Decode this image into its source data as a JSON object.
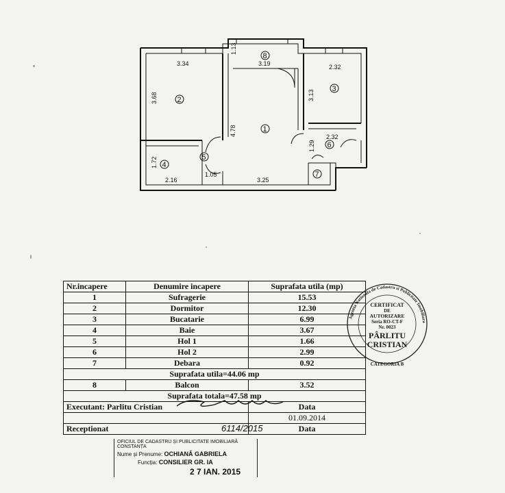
{
  "plan": {
    "dimensions": [
      "3.34",
      "3.68",
      "1.13",
      "3.19",
      "2.32",
      "3.13",
      "4.78",
      "2.32",
      "1.29",
      "1.72",
      "2.16",
      "1.05",
      "3.25"
    ],
    "room_numbers": [
      "1",
      "2",
      "3",
      "4",
      "5",
      "6",
      "7",
      "8"
    ]
  },
  "table": {
    "headers": [
      "Nr.incapere",
      "Denumire incapere",
      "Suprafata utila (mp)"
    ],
    "rooms": [
      {
        "nr": "1",
        "name": "Sufragerie",
        "area": "15.53"
      },
      {
        "nr": "2",
        "name": "Dormitor",
        "area": "12.30"
      },
      {
        "nr": "3",
        "name": "Bucatarie",
        "area": "6.99"
      },
      {
        "nr": "4",
        "name": "Baie",
        "area": "3.67"
      },
      {
        "nr": "5",
        "name": "Hol 1",
        "area": "1.66"
      },
      {
        "nr": "6",
        "name": "Hol 2",
        "area": "2.99"
      },
      {
        "nr": "7",
        "name": "Debara",
        "area": "0.92"
      }
    ],
    "useful_area": "Suprafata utila=44.06 mp",
    "balcony": {
      "nr": "8",
      "name": "Balcon",
      "area": "3.52"
    },
    "total_area": "Suprafata totala=47.58 mp",
    "executant": "Executant: Parlitu Cristian",
    "date_label": "Data",
    "date_value": "01.09.2014",
    "receptionat": "Receptionat",
    "receptionat_number": "6114/2015"
  },
  "stamp": {
    "line1": "CERTIFICAT",
    "line2": "DE",
    "line3": "AUTORIZARE",
    "line4": "Seria RO-CT-F",
    "line5": "Nr. 0023",
    "line6": "PÂRLITU",
    "line7": "CRISTIAN",
    "ring_text": "Agentia Nationala de Cadastru si Publicitate Imobiliara",
    "bottom": "CATEGORIA B"
  },
  "office_stamp": {
    "line1": "OFICIUL DE CADASTRU ȘI PUBLICITATE IMOBILIARĂ CONSTANȚA",
    "line2_label": "Nume și Prenume:",
    "line2_value": "OCHIANĂ GABRIELA",
    "line3_label": "Funcția:",
    "line3_value": "CONSILIER GR. IA",
    "date": "2 7 IAN. 2015"
  }
}
